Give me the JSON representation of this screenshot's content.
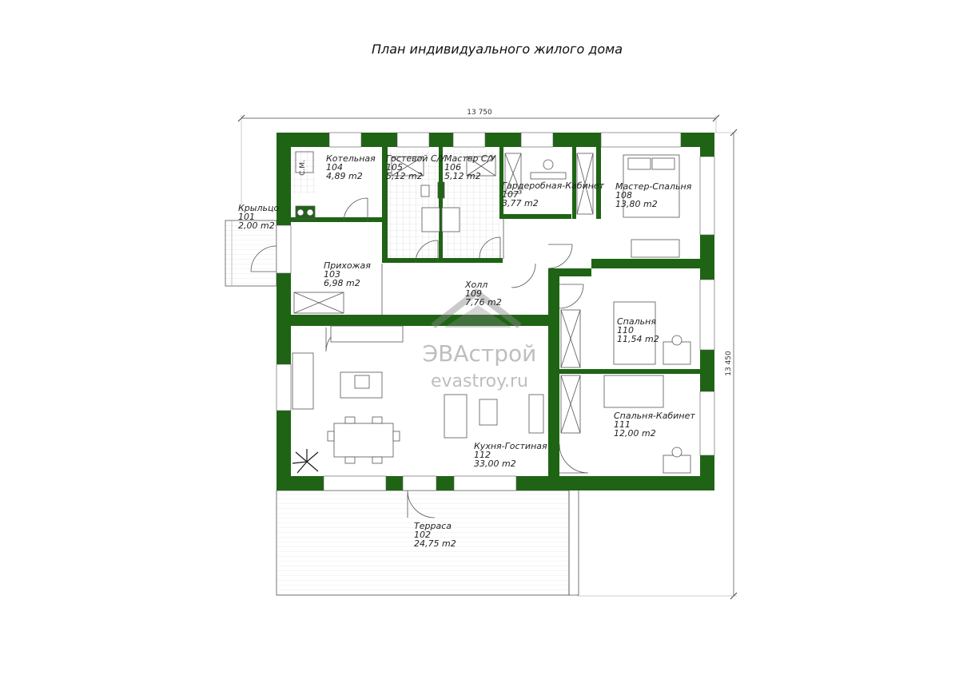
{
  "title": "План индивидуального жилого дома",
  "dimensions": {
    "width": "13 750",
    "height": "13 450"
  },
  "watermark": {
    "brand": "ЭВАстрой",
    "site": "evastroy.ru"
  },
  "marks": {
    "washer": "С.М."
  },
  "colors": {
    "wall": "#1e6414",
    "line": "#444444",
    "hatch": "#d9d9d9"
  },
  "rooms": [
    {
      "name": "Крыльцо",
      "number": "101",
      "area": "2,00 m2"
    },
    {
      "name": "Терраса",
      "number": "102",
      "area": "24,75 m2"
    },
    {
      "name": "Прихожая",
      "number": "103",
      "area": "6,98 m2"
    },
    {
      "name": "Котельная",
      "number": "104",
      "area": "4,89 m2"
    },
    {
      "name": "Гостевой С/У",
      "number": "105",
      "area": "5,12 m2"
    },
    {
      "name": "Мастер С/У",
      "number": "106",
      "area": "5,12 m2"
    },
    {
      "name": "Гардеробная-Кабинет",
      "number": "107",
      "area": "3,77 m2"
    },
    {
      "name": "Мастер-Спальня",
      "number": "108",
      "area": "13,80 m2"
    },
    {
      "name": "Холл",
      "number": "109",
      "area": "7,76 m2"
    },
    {
      "name": "Спальня",
      "number": "110",
      "area": "11,54 m2"
    },
    {
      "name": "Спальня-Кабинет",
      "number": "111",
      "area": "12,00 m2"
    },
    {
      "name": "Кухня-Гостиная",
      "number": "112",
      "area": "33,00 m2"
    }
  ]
}
